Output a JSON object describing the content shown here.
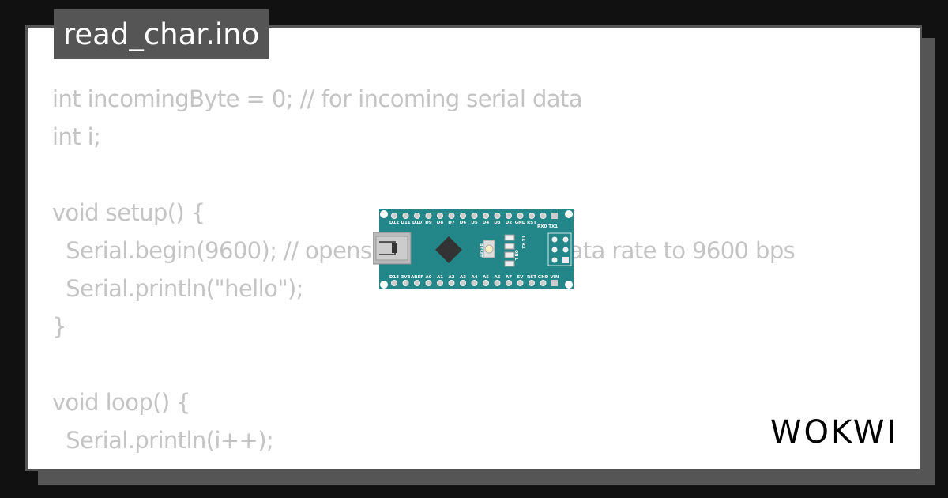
{
  "file_tab": {
    "title": "read_char.ino"
  },
  "code_lines": [
    "int incomingByte = 0; // for incoming serial data",
    "int i;",
    "",
    "void setup() {",
    "  Serial.begin(9600); // opens serial port, sets data rate to 9600 bps",
    "  Serial.println(\"hello\");",
    "}",
    "",
    "void loop() {",
    "  Serial.println(i++);"
  ],
  "board": {
    "top_pins": [
      "D12",
      "D11",
      "D10",
      "D9",
      "D8",
      "D7",
      "D6",
      "D5",
      "D4",
      "D3",
      "D2",
      "GND",
      "RST"
    ],
    "bottom_pins": [
      "D13",
      "3V3",
      "AREF",
      "A0",
      "A1",
      "A2",
      "A3",
      "A4",
      "A5",
      "A6",
      "A7",
      "5V",
      "RST",
      "GND",
      "VIN"
    ],
    "serial_pins": "RX0 TX1",
    "reset_label": "RESET",
    "led_labels": [
      "TX",
      "RX",
      "ON",
      "L"
    ],
    "color": "#23878a"
  },
  "logo": {
    "text": "WOKWI"
  }
}
